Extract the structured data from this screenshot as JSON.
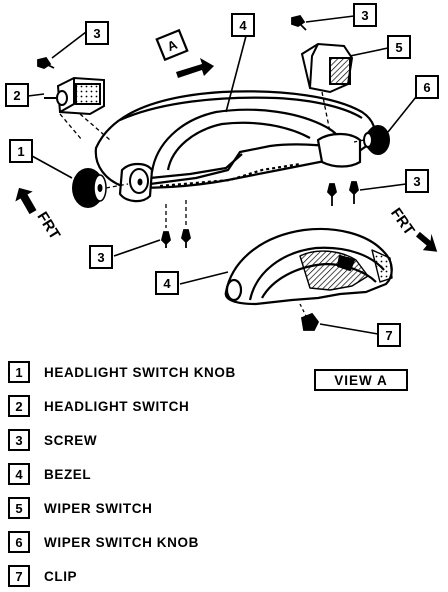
{
  "callouts": {
    "c1": "1",
    "c2": "2",
    "c3a": "3",
    "c3b": "3",
    "c3c": "3",
    "c4a": "4",
    "c4b": "4",
    "c5": "5",
    "c6": "6",
    "c7": "7",
    "viewA": "A"
  },
  "directions": {
    "frt_left": "FRT",
    "frt_right": "FRT"
  },
  "legend": [
    {
      "num": "1",
      "label": "HEADLIGHT SWITCH KNOB"
    },
    {
      "num": "2",
      "label": "HEADLIGHT SWITCH"
    },
    {
      "num": "3",
      "label": "SCREW"
    },
    {
      "num": "4",
      "label": "BEZEL"
    },
    {
      "num": "5",
      "label": "WIPER SWITCH"
    },
    {
      "num": "6",
      "label": "WIPER SWITCH KNOB"
    },
    {
      "num": "7",
      "label": "CLIP"
    }
  ],
  "view_label": "VIEW A"
}
